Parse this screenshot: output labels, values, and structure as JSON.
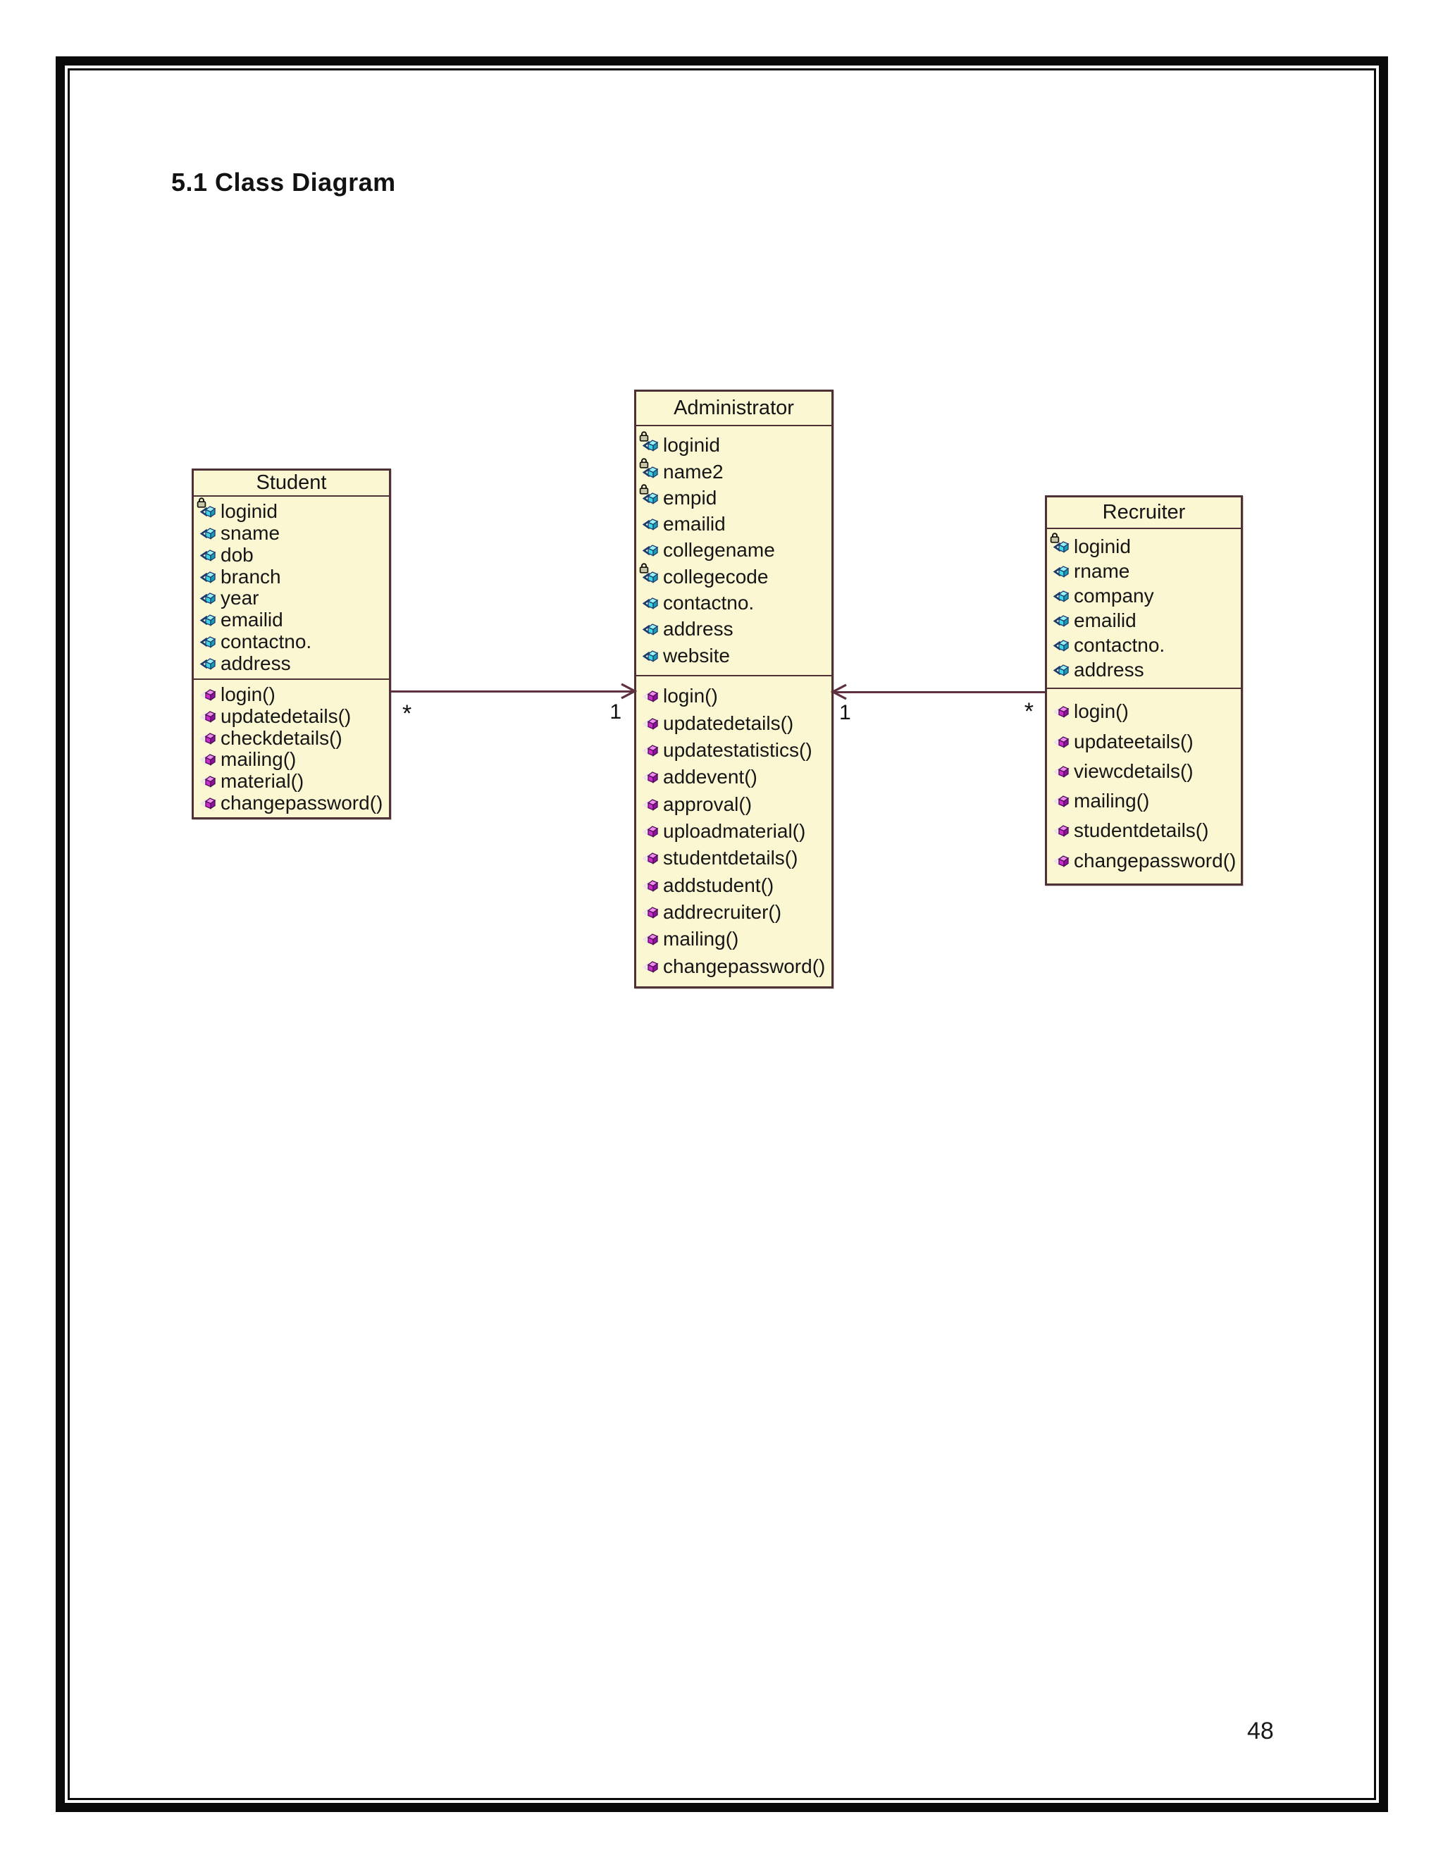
{
  "page": {
    "title": "5.1 Class Diagram",
    "page_number": "48"
  },
  "colors": {
    "class_fill": "#FAF7D2",
    "class_border": "#4E3134",
    "connector": "#5E3040",
    "frame": "#0A0A0A",
    "attribute_icon": "#3FD6E6",
    "operation_icon": "#CE2BCE"
  },
  "classes": [
    {
      "name": "Student",
      "attributes": [
        {
          "name": "loginid",
          "private": true
        },
        {
          "name": "sname"
        },
        {
          "name": "dob"
        },
        {
          "name": "branch"
        },
        {
          "name": "year"
        },
        {
          "name": "emailid"
        },
        {
          "name": "contactno."
        },
        {
          "name": "address"
        }
      ],
      "operations": [
        "login()",
        "updatedetails()",
        "checkdetails()",
        "mailing()",
        "material()",
        "changepassword()"
      ]
    },
    {
      "name": "Administrator",
      "attributes": [
        {
          "name": "loginid",
          "private": true
        },
        {
          "name": "name2",
          "private": true
        },
        {
          "name": "empid",
          "private": true
        },
        {
          "name": "emailid"
        },
        {
          "name": "collegename"
        },
        {
          "name": "collegecode",
          "private": true
        },
        {
          "name": "contactno."
        },
        {
          "name": "address"
        },
        {
          "name": "website"
        }
      ],
      "operations": [
        "login()",
        "updatedetails()",
        "updatestatistics()",
        "addevent()",
        "approval()",
        "uploadmaterial()",
        "studentdetails()",
        "addstudent()",
        "addrecruiter()",
        "mailing()",
        "changepassword()"
      ]
    },
    {
      "name": "Recruiter",
      "attributes": [
        {
          "name": "loginid",
          "private": true
        },
        {
          "name": "rname"
        },
        {
          "name": "company"
        },
        {
          "name": "emailid"
        },
        {
          "name": "contactno."
        },
        {
          "name": "address"
        }
      ],
      "operations": [
        "login()",
        "updateetails()",
        "viewcdetails()",
        "mailing()",
        "studentdetails()",
        "changepassword()"
      ]
    }
  ],
  "connectors": [
    {
      "name": "student-administrator",
      "left_label": "*",
      "right_label": "1",
      "arrow_points": "right"
    },
    {
      "name": "administrator-recruiter",
      "left_label": "1",
      "right_label": "*",
      "arrow_points": "left"
    }
  ]
}
